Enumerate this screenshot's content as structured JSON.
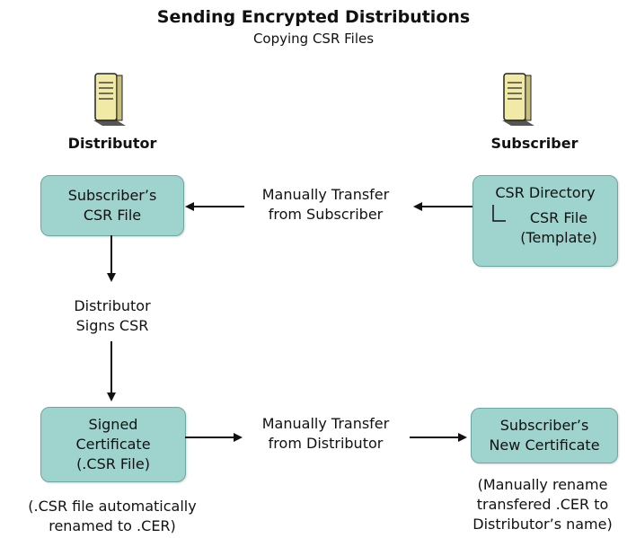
{
  "title": "Sending Encrypted Distributions",
  "subtitle": "Copying CSR Files",
  "distributor": {
    "label": "Distributor",
    "icon": "server-icon"
  },
  "subscriber": {
    "label": "Subscriber",
    "icon": "server-icon"
  },
  "boxes": {
    "subscriber_csr_file": {
      "line1": "Subscriber’s",
      "line2": "CSR File"
    },
    "csr_directory": {
      "title": "CSR Directory",
      "child_line1": "CSR File",
      "child_line2": "(Template)"
    },
    "signed_certificate": {
      "line1": "Signed",
      "line2": "Certificate",
      "line3": "(.CSR File)"
    },
    "new_certificate": {
      "line1": "Subscriber’s",
      "line2": "New Certificate"
    }
  },
  "labels": {
    "transfer_from_subscriber": {
      "line1": "Manually Transfer",
      "line2": "from Subscriber"
    },
    "distributor_signs": {
      "line1": "Distributor",
      "line2": "Signs CSR"
    },
    "transfer_from_distributor": {
      "line1": "Manually Transfer",
      "line2": "from Distributor"
    }
  },
  "notes": {
    "auto_rename": {
      "line1": "(.CSR file automatically",
      "line2": "renamed to .CER)"
    },
    "manual_rename": {
      "line1": "(Manually rename",
      "line2": "transfered .CER to",
      "line3": "Distributor’s name)"
    }
  },
  "colors": {
    "box_fill": "#9fd3cd",
    "box_border": "#6aa9a1",
    "server_body": "#f1e9a6"
  }
}
